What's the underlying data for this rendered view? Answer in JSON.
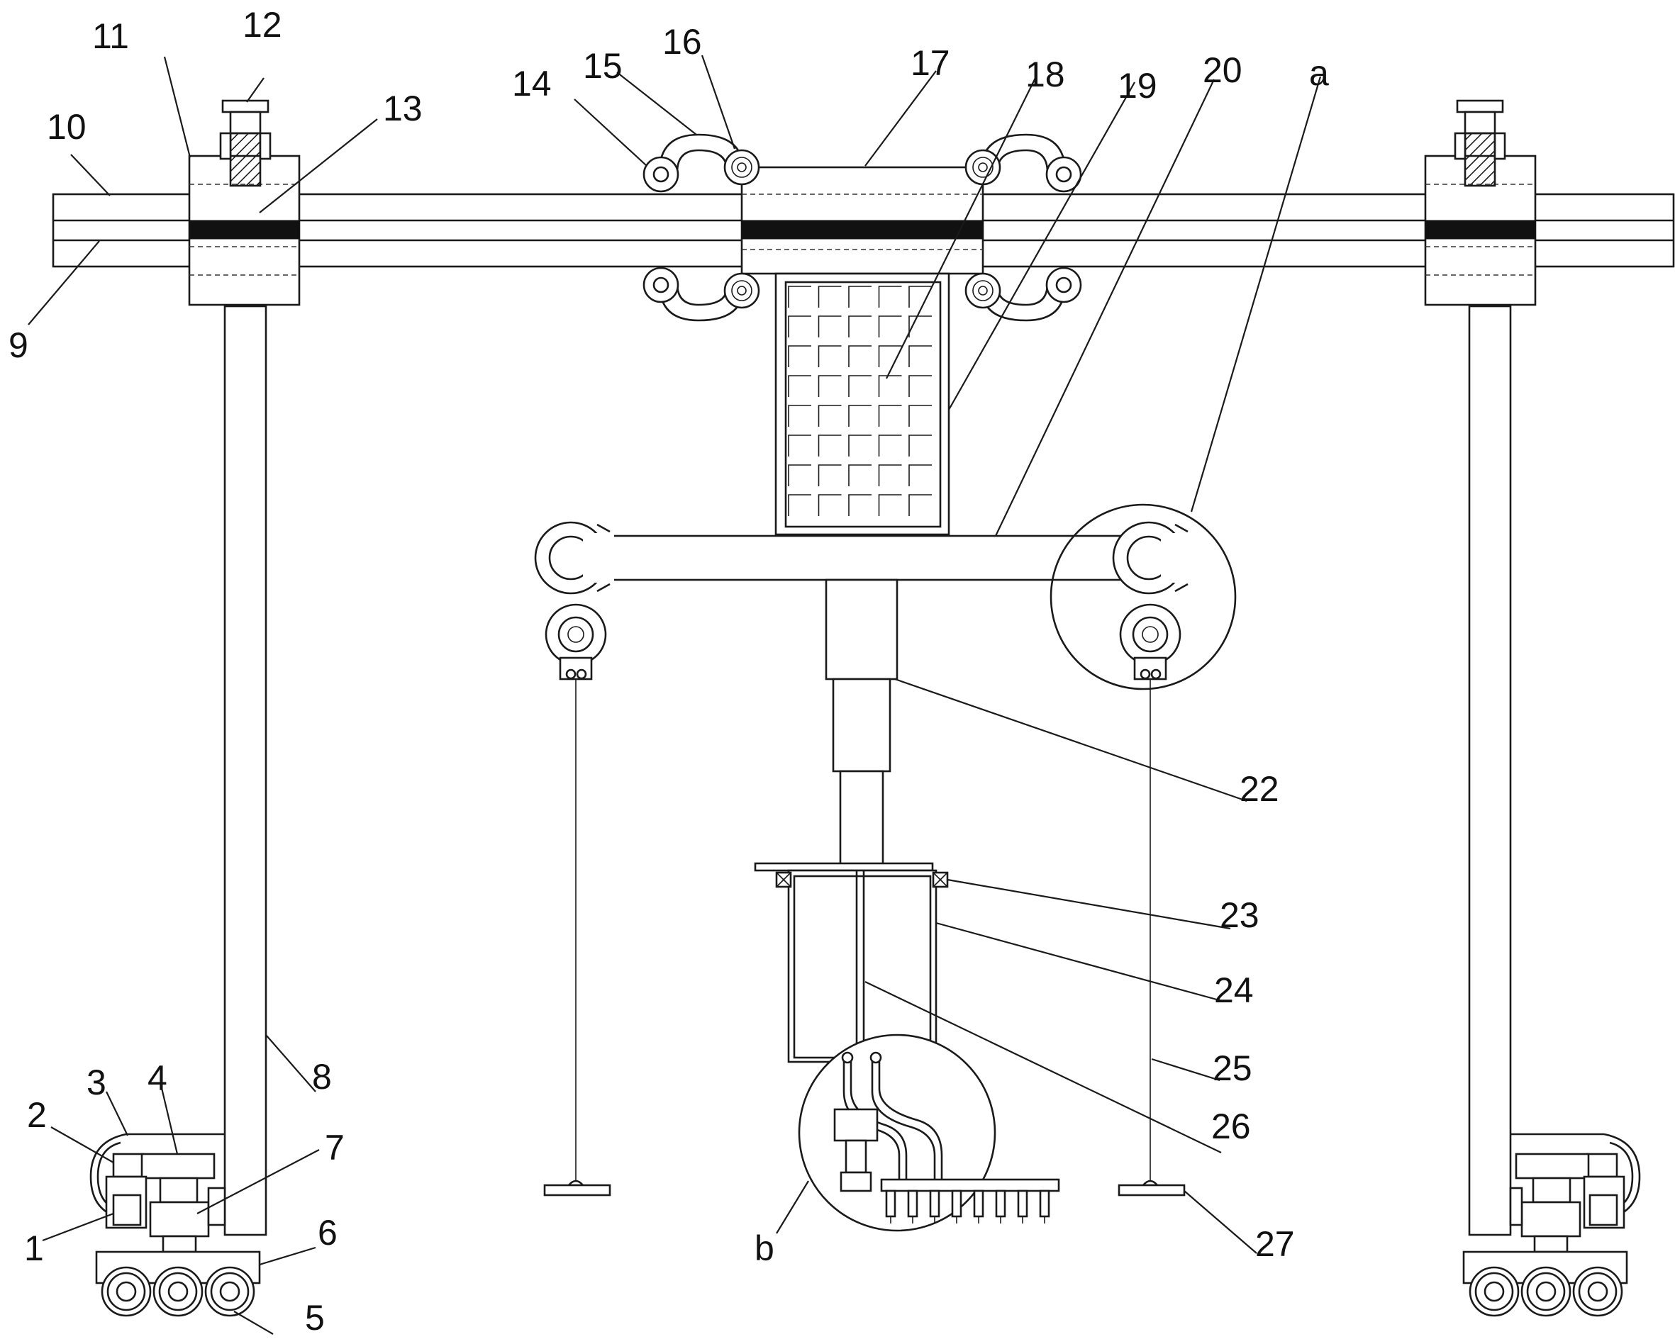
{
  "diagram": {
    "callouts": [
      {
        "id": "1",
        "text": "1"
      },
      {
        "id": "2",
        "text": "2"
      },
      {
        "id": "3",
        "text": "3"
      },
      {
        "id": "4",
        "text": "4"
      },
      {
        "id": "5",
        "text": "5"
      },
      {
        "id": "6",
        "text": "6"
      },
      {
        "id": "7",
        "text": "7"
      },
      {
        "id": "8",
        "text": "8"
      },
      {
        "id": "9",
        "text": "9"
      },
      {
        "id": "10",
        "text": "10"
      },
      {
        "id": "11",
        "text": "11"
      },
      {
        "id": "12",
        "text": "12"
      },
      {
        "id": "13",
        "text": "13"
      },
      {
        "id": "14",
        "text": "14"
      },
      {
        "id": "15",
        "text": "15"
      },
      {
        "id": "16",
        "text": "16"
      },
      {
        "id": "17",
        "text": "17"
      },
      {
        "id": "18",
        "text": "18"
      },
      {
        "id": "19",
        "text": "19"
      },
      {
        "id": "20",
        "text": "20"
      },
      {
        "id": "a",
        "text": "a"
      },
      {
        "id": "22",
        "text": "22"
      },
      {
        "id": "23",
        "text": "23"
      },
      {
        "id": "24",
        "text": "24"
      },
      {
        "id": "25",
        "text": "25"
      },
      {
        "id": "26",
        "text": "26"
      },
      {
        "id": "27",
        "text": "27"
      },
      {
        "id": "b",
        "text": "b"
      }
    ]
  }
}
